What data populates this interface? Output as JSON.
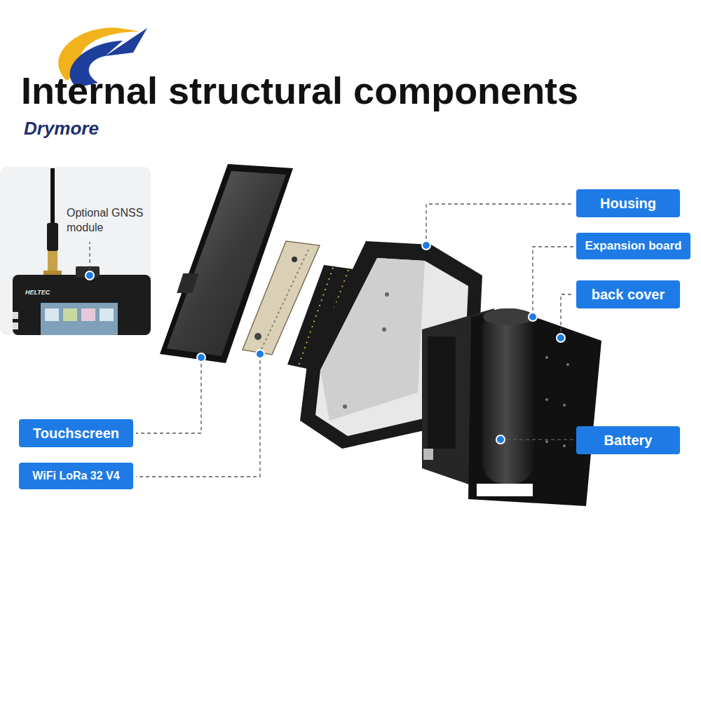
{
  "diagram": {
    "title": "Internal structural components",
    "nodes": [
      {
        "text": [
          "Optional GNSS module"
        ]
      },
      {
        "text": [
          "Housing"
        ]
      },
      {
        "text": [
          "Expansion board"
        ]
      },
      {
        "text": [
          "back cover"
        ]
      },
      {
        "text": [
          "Touchscreen"
        ]
      },
      {
        "text": [
          "Battery"
        ]
      },
      {
        "text": [
          "WiFi LoRa 32 V4"
        ]
      }
    ],
    "labels": [
      "Drymore",
      "HELTEC"
    ]
  }
}
